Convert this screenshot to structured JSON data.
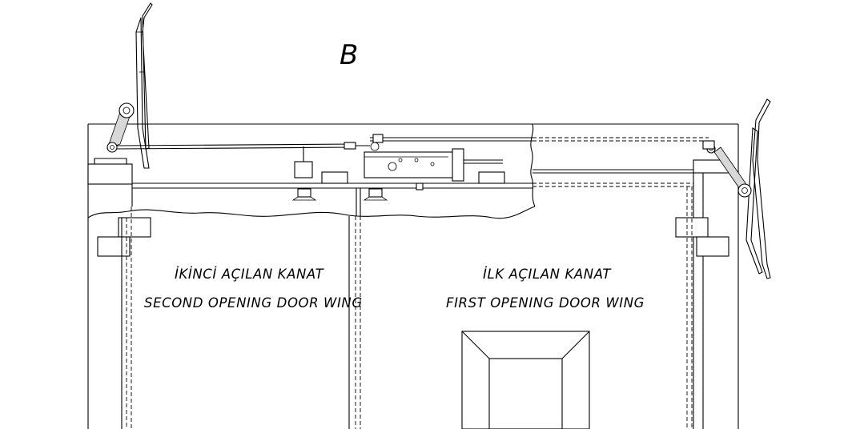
{
  "drawing": {
    "view_label": "B",
    "second_wing": {
      "label_tr": "İKİNCİ AÇILAN KANAT",
      "label_en": "SECOND OPENING DOOR WING"
    },
    "first_wing": {
      "label_tr": "İLK AÇILAN KANAT",
      "label_en": "FIRST OPENING DOOR WING"
    }
  }
}
